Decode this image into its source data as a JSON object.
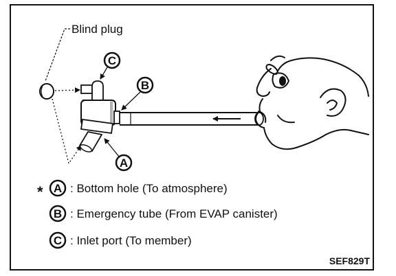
{
  "figure": {
    "blind_plug_label": "Blind plug",
    "callouts": {
      "c": "C",
      "b": "B",
      "a": "A"
    },
    "legend": [
      {
        "marker": "*",
        "letter": "A",
        "text": ": Bottom hole (To atmosphere)"
      },
      {
        "marker": "",
        "letter": "B",
        "text": ": Emergency tube (From EVAP canister)"
      },
      {
        "marker": "",
        "letter": "C",
        "text": ": Inlet port (To member)"
      }
    ],
    "reference_code": "SEF829T"
  }
}
